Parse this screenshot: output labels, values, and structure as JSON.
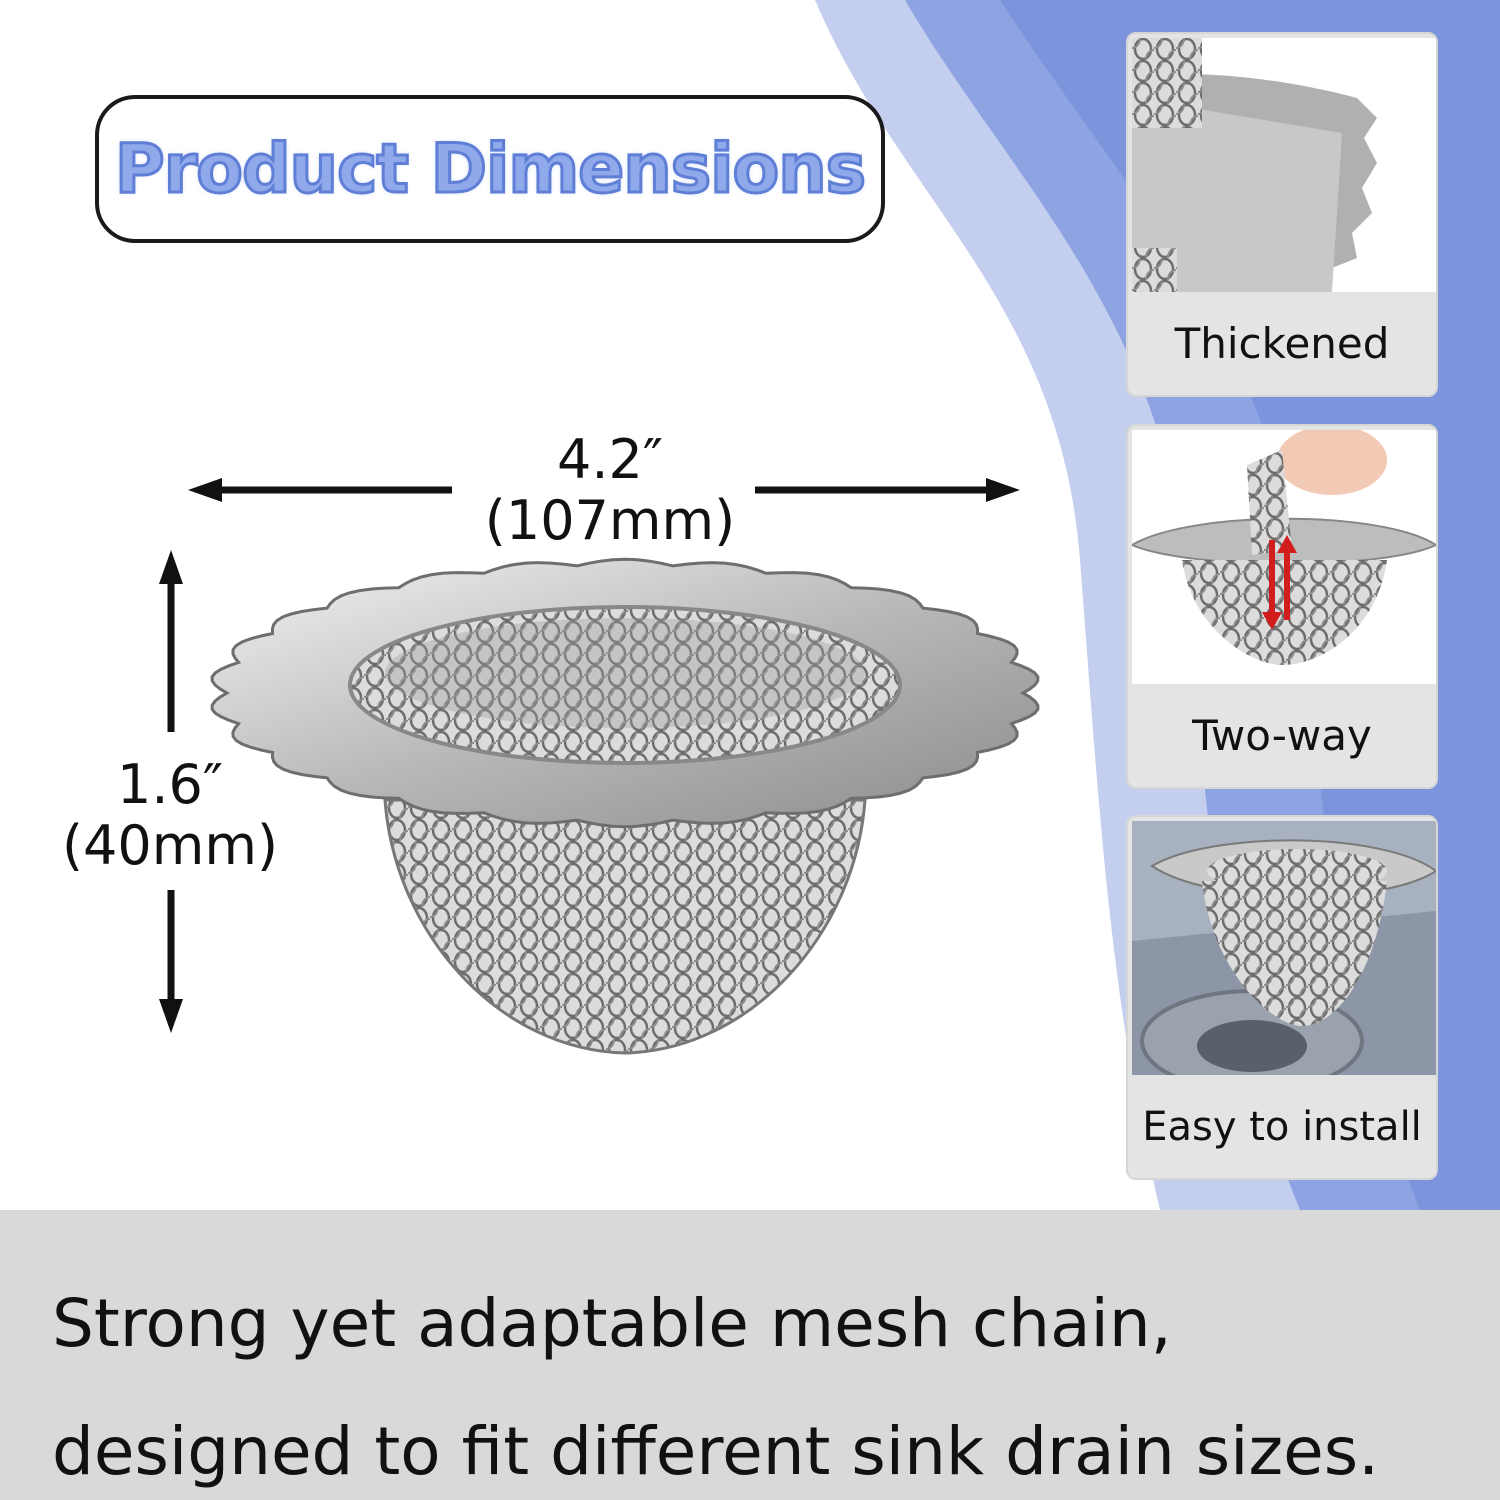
{
  "title": "Product Dimensions",
  "width_dimension": {
    "inches": "4.2″",
    "mm": "(107mm)"
  },
  "height_dimension": {
    "inches": "1.6″",
    "mm": "(40mm)"
  },
  "features": [
    {
      "label": "Thickened"
    },
    {
      "label": "Two-way"
    },
    {
      "label": "Easy to install"
    }
  ],
  "tagline": {
    "line1": "Strong yet adaptable mesh chain,",
    "line2": "designed to fit different sink drain sizes."
  },
  "colors": {
    "accent_blue": "#8fa9ea",
    "swoosh_light": "#b9c6ec",
    "swoosh_dark": "#7f97dd",
    "band_gray": "#d9d9d9"
  }
}
